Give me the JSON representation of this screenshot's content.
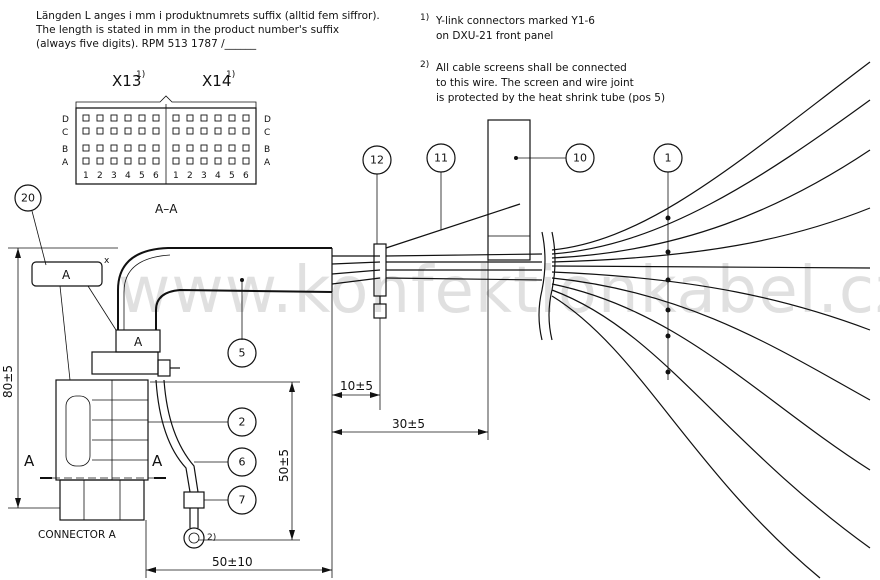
{
  "notes": {
    "length_note_line1": "Längden L anges i mm i produktnumrets suffix (alltid fem siffror).",
    "length_note_line2": "The length is stated in mm in the product number's suffix",
    "length_note_line3": "(always five digits).   RPM 513 1787 /______",
    "footnote1_marker": "1)",
    "footnote1_line1": "Y-link connectors marked Y1-6",
    "footnote1_line2": "on DXU-21 front panel",
    "footnote2_marker": "2)",
    "footnote2_line1": "All cable screens shall be connected",
    "footnote2_line2": "to this wire. The screen and wire joint",
    "footnote2_line3": "is protected by the heat shrink tube (pos 5)"
  },
  "connector_view": {
    "x13_label": "X13",
    "x14_label": "X14",
    "sup_marker": "1)",
    "row_labels": [
      "D",
      "C",
      "B",
      "A"
    ],
    "pin_numbers": [
      "1",
      "2",
      "3",
      "4",
      "5",
      "6",
      "1",
      "2",
      "3",
      "4",
      "5",
      "6"
    ],
    "section_label": "A–A"
  },
  "labels": {
    "connector_a": "CONNECTOR A",
    "label_box": "A",
    "label_marker": "x",
    "section_a_left": "A",
    "section_a_right": "A",
    "section_a_small": "A",
    "ring_footnote": "2)",
    "watermark": "www.konfektionkabel.cz"
  },
  "positions": [
    "20",
    "12",
    "11",
    "10",
    "1",
    "5",
    "2",
    "6",
    "7"
  ],
  "dimensions": {
    "height_80": "80±5",
    "height_50": "50±5",
    "len_10": "10±5",
    "len_30": "30±5",
    "len_50": "50±10"
  }
}
